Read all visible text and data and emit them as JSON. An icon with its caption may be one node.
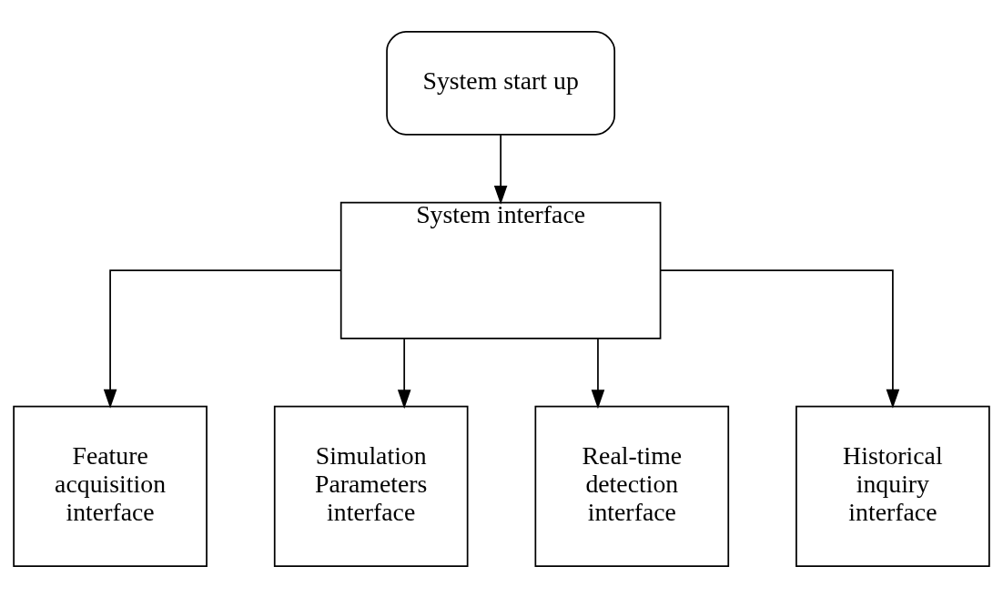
{
  "diagram": {
    "nodes": [
      {
        "text": [
          "System start up"
        ]
      },
      {
        "text": [
          "System interface"
        ]
      },
      {
        "text": [
          "Feature acquisition interface"
        ]
      },
      {
        "text": [
          "Simulation Parameters interface"
        ]
      },
      {
        "text": [
          "Real-time detection interface"
        ]
      },
      {
        "text": [
          "Historical inquiry interface"
        ]
      }
    ],
    "edges": [
      {
        "from": 0,
        "to": 1,
        "arrow": "to"
      },
      {
        "from": 1,
        "to": 2,
        "arrow": "to"
      },
      {
        "from": 1,
        "to": 3,
        "arrow": "to"
      },
      {
        "from": 1,
        "to": 4,
        "arrow": "to"
      },
      {
        "from": 1,
        "to": 5,
        "arrow": "to"
      }
    ]
  }
}
